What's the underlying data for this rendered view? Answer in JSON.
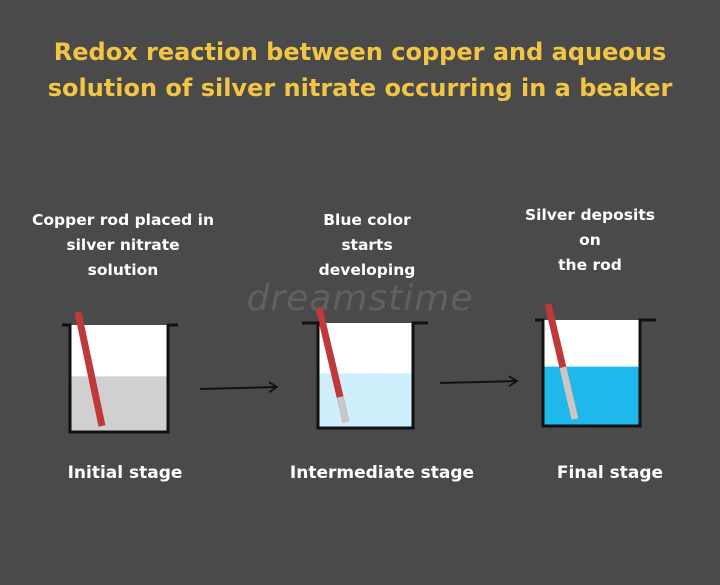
{
  "title": {
    "line1": "Redox reaction between copper and aqueous",
    "line2": "solution of silver nitrate occurring in a beaker"
  },
  "watermark": "dreamstime",
  "stages": [
    {
      "caption": [
        "Copper rod placed in",
        "silver nitrate",
        "solution"
      ],
      "label": "Initial stage",
      "solution_color": "#d0d0d0",
      "solution_level": 0.52,
      "silver_coating": 0
    },
    {
      "caption": [
        "Blue color",
        "starts",
        "developing"
      ],
      "label": "Intermediate stage",
      "solution_color": "#cfeffc",
      "solution_level": 0.52,
      "silver_coating": 0.22
    },
    {
      "caption": [
        "Silver deposits",
        "on",
        "the rod"
      ],
      "label": "Final stage",
      "solution_color": "#1fb8ea",
      "solution_level": 0.56,
      "silver_coating": 0.45
    }
  ],
  "colors": {
    "background": "#4a4a4a",
    "title": "#f2c544",
    "text": "#ffffff",
    "copper_rod": "#c0393a",
    "silver": "#c8c8c8",
    "beaker_outline": "#111111",
    "beaker_fill": "#ffffff"
  }
}
